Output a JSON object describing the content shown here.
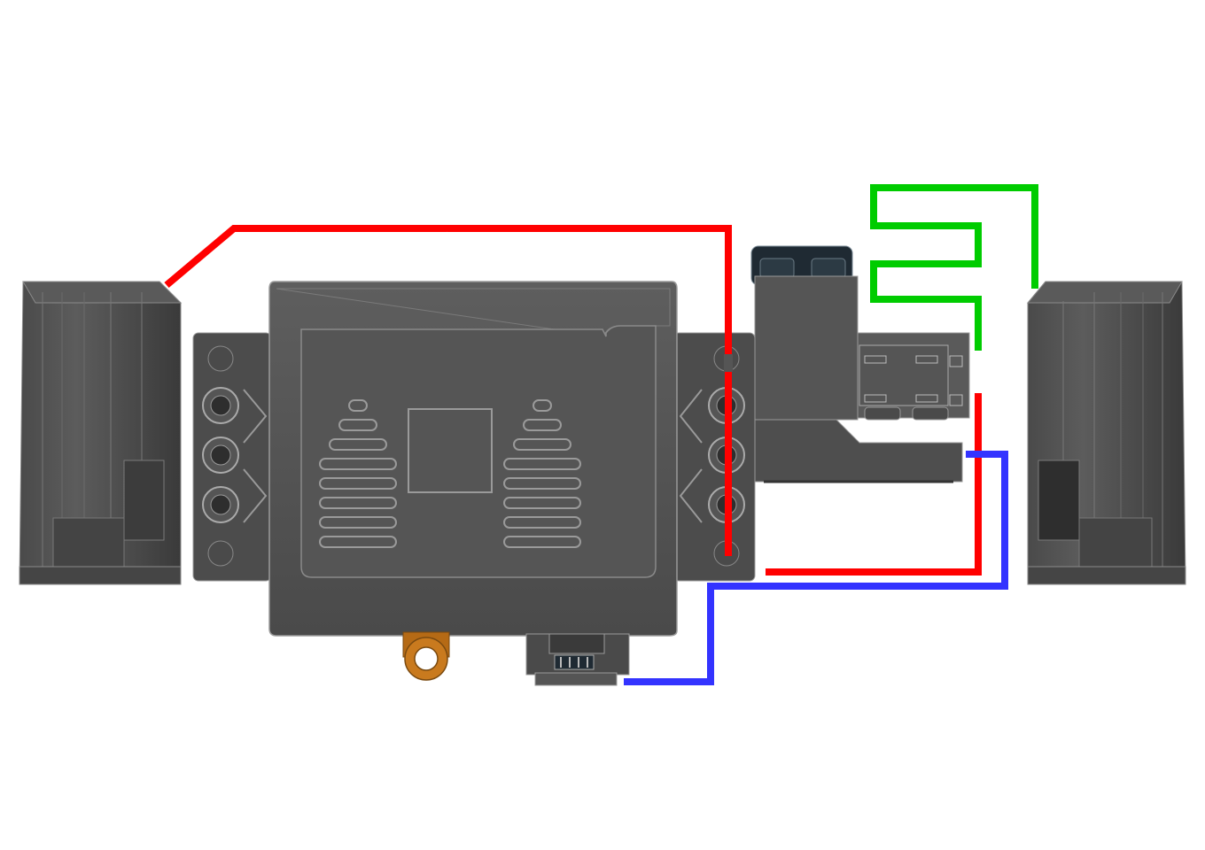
{
  "diagram": {
    "kind": "lego-power-functions-wiring",
    "colors": {
      "background": "#ffffff",
      "part_dark": "#3e3e3e",
      "part_mid": "#555555",
      "part_light": "#6e6e6e",
      "edge": "#a8a8a8",
      "connector_dark": "#1f2a33",
      "orange_pin": "#c97a1e",
      "wire_red": "#ff0000",
      "wire_green": "#00cc00",
      "wire_blue": "#3333ff"
    },
    "parts": [
      {
        "id": "motor-left",
        "name": "motor-left"
      },
      {
        "id": "battery-box",
        "name": "battery-box"
      },
      {
        "id": "ir-receiver",
        "name": "ir-receiver"
      },
      {
        "id": "motor-right",
        "name": "motor-right"
      }
    ],
    "wires": [
      {
        "id": "wire-red-top",
        "color": "red"
      },
      {
        "id": "wire-red-bottom",
        "color": "red"
      },
      {
        "id": "wire-green",
        "color": "green"
      },
      {
        "id": "wire-blue",
        "color": "blue"
      }
    ]
  }
}
